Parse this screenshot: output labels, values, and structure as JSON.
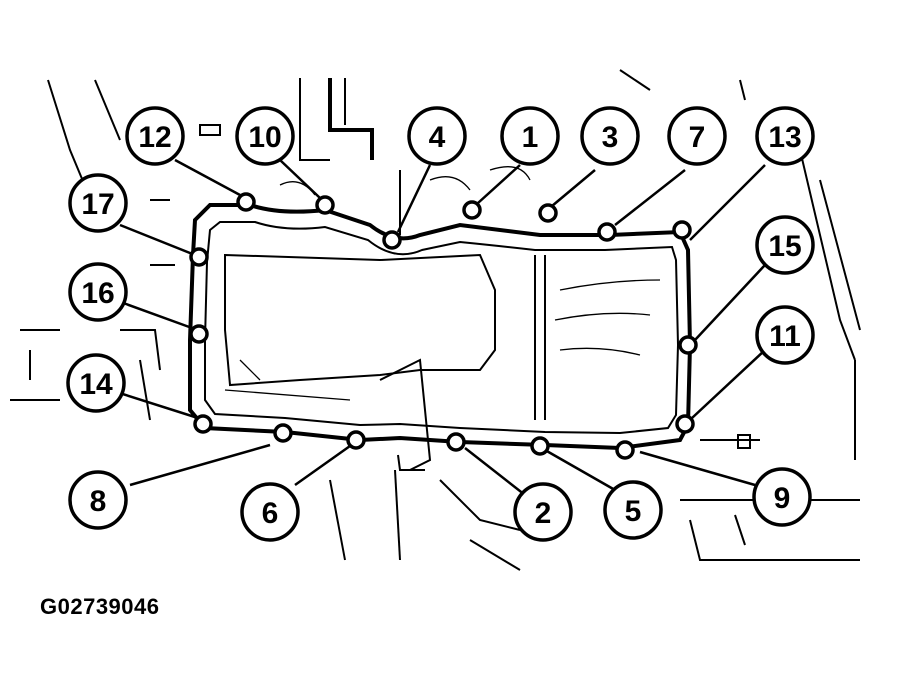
{
  "figure": {
    "id_label": "G02739046"
  },
  "callouts": [
    {
      "label": "12"
    },
    {
      "label": "10"
    },
    {
      "label": "4"
    },
    {
      "label": "1"
    },
    {
      "label": "3"
    },
    {
      "label": "7"
    },
    {
      "label": "13"
    },
    {
      "label": "17"
    },
    {
      "label": "15"
    },
    {
      "label": "16"
    },
    {
      "label": "11"
    },
    {
      "label": "14"
    },
    {
      "label": "8"
    },
    {
      "label": "6"
    },
    {
      "label": "2"
    },
    {
      "label": "5"
    },
    {
      "label": "9"
    }
  ],
  "colors": {
    "line": "#000000",
    "background": "#ffffff"
  }
}
